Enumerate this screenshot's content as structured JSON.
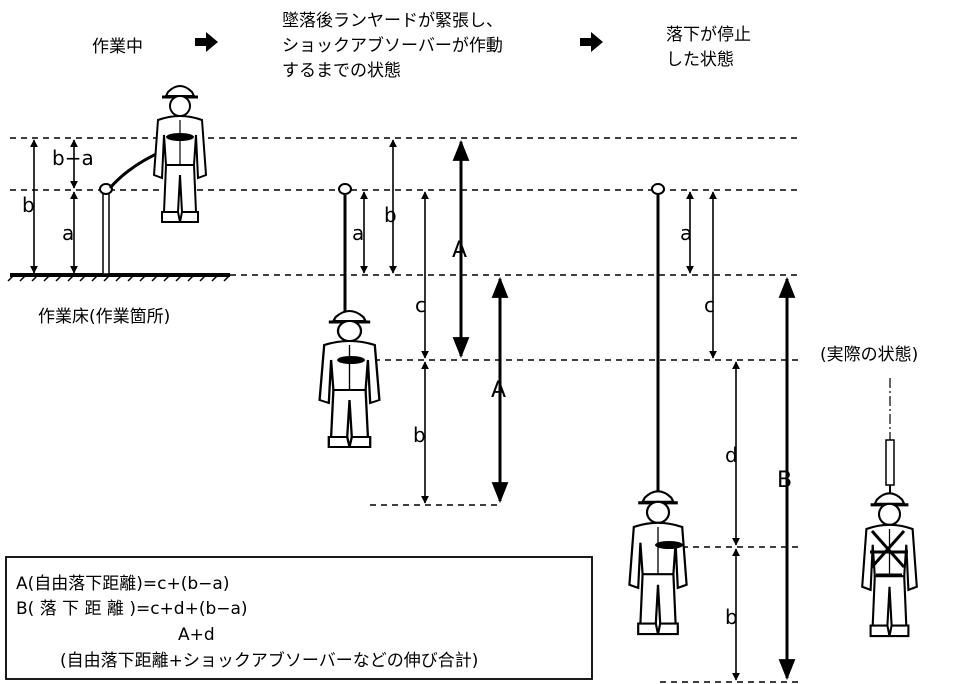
{
  "header": {
    "stage1": "作業中",
    "stage2_line1": "墜落後ランヤードが緊張し、",
    "stage2_line2": "ショックアブソーバーが作動",
    "stage2_line3": "するまでの状態",
    "stage3_line1": "落下が停止",
    "stage3_line2": "した状態"
  },
  "floor_label": "作業床(作業箇所)",
  "actual_state_label": "(実際の状態)",
  "dimensions": {
    "a": "a",
    "b": "b",
    "b_minus_a": "b−a",
    "c": "c",
    "d": "d",
    "A": "A",
    "B": "B"
  },
  "formula_box": {
    "line1": "A(自由落下距離)=c+(b−a)",
    "line2": "B( 落 下 距 離 )=c+d+(b−a)",
    "line3": "A+d",
    "line4": "(自由落下距離+ショックアブソーバーなどの伸び合計)"
  },
  "icons": [
    "right-arrow-icon",
    "person-icon",
    "harness-icon"
  ]
}
